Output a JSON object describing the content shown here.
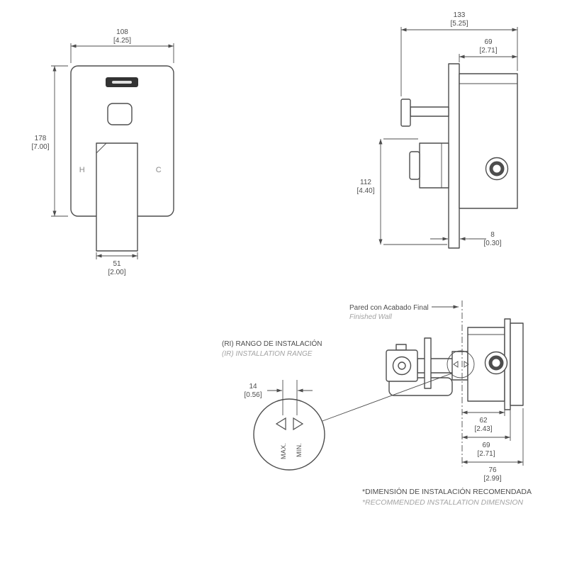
{
  "document": {
    "background": "#ffffff",
    "line_color": "#4d4d4d",
    "muted_color": "#a3a3a3"
  },
  "front_view": {
    "logo_icon": "brand-logo",
    "hot_label": "H",
    "cold_label": "C",
    "width_mm": "108",
    "width_in": "[4.25]",
    "height_mm": "178",
    "height_in": "[7.00]",
    "lever_width_mm": "51",
    "lever_width_in": "[2.00]"
  },
  "side_view": {
    "depth_total_mm": "133",
    "depth_total_in": "[5.25]",
    "body_depth_mm": "69",
    "body_depth_in": "[2.71]",
    "height_mm": "112",
    "height_in": "[4.40]",
    "plate_thickness_mm": "8",
    "plate_thickness_in": "[0.30]"
  },
  "installation_view": {
    "finished_wall_es": "Pared con Acabado Final",
    "finished_wall_en": "Finished Wall",
    "installation_range_es": "(RI)  RANGO DE INSTALACIÓN",
    "installation_range_en": "(IR)  INSTALLATION RANGE",
    "range_mm": "14",
    "range_in": "[0.56]",
    "min_label": "MIN.",
    "max_label": "MAX.",
    "depth_a_mm": "62",
    "depth_a_in": "[2.43]",
    "depth_b_mm": "69",
    "depth_b_in": "[2.71]",
    "depth_c_mm": "76",
    "depth_c_in": "[2.99]"
  },
  "footer": {
    "note_es": "*DIMENSIÓN DE INSTALACIÓN RECOMENDADA",
    "note_en": "*RECOMMENDED INSTALLATION DIMENSION"
  }
}
